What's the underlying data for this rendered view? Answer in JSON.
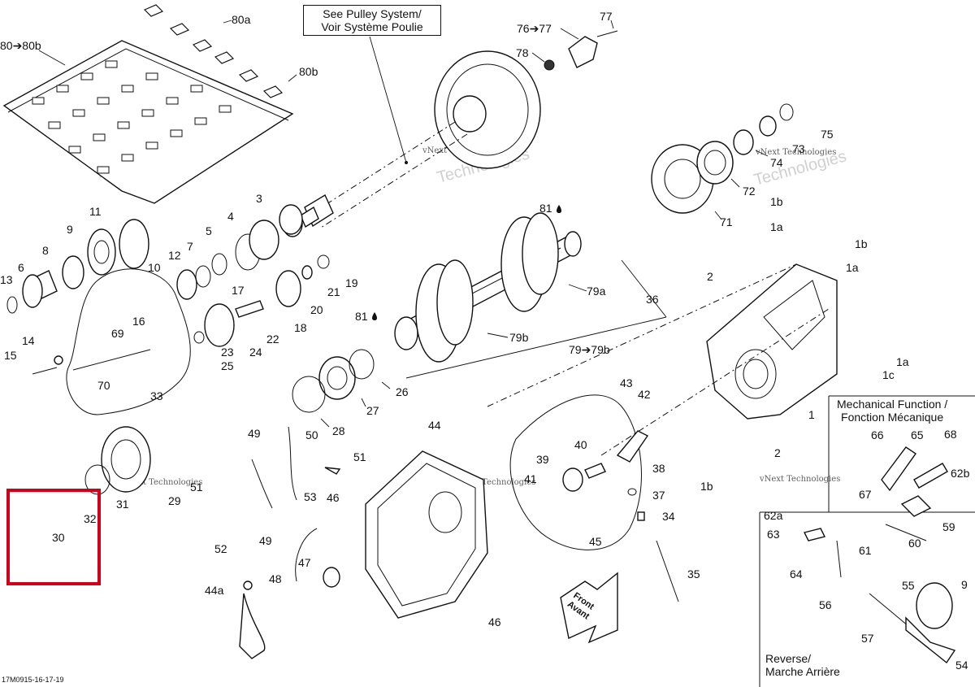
{
  "callouts": {
    "see_pulley_line1": "See Pulley System/",
    "see_pulley_line2": "Voir Système Poulie",
    "mechanical_line1": "Mechanical Function /",
    "mechanical_line2": "Fonction Mécanique",
    "reverse_line1": "Reverse/",
    "reverse_line2": "Marche Arrière"
  },
  "front_arrow": {
    "line1": "Front",
    "line2": "Avant"
  },
  "watermark_text": "vNext Technologies",
  "watermark_big": "Technologies",
  "doc_code": "17M0915-16-17-19",
  "highlight_color": "#d0021b",
  "labels": {
    "l80a": "80a",
    "l80to80b": "80➔80b",
    "l80b": "80b",
    "l76to77": "76➔77",
    "l77": "77",
    "l78": "78",
    "l75": "75",
    "l73": "73",
    "l74": "74",
    "l72": "72",
    "l71": "71",
    "l1b_a": "1b",
    "l1a_a": "1a",
    "l1b_b": "1b",
    "l1a_b": "1a",
    "l1a_c": "1a",
    "l1c": "1c",
    "l1": "1",
    "l1b_c": "1b",
    "l2_a": "2",
    "l2_b": "2",
    "l3": "3",
    "l4": "4",
    "l5": "5",
    "l6": "6",
    "l7": "7",
    "l8": "8",
    "l9": "9",
    "l10": "10",
    "l11": "11",
    "l12": "12",
    "l13": "13",
    "l14": "14",
    "l15": "15",
    "l16": "16",
    "l17": "17",
    "l18": "18",
    "l19": "19",
    "l20": "20",
    "l21": "21",
    "l22": "22",
    "l23": "23",
    "l24": "24",
    "l25": "25",
    "l26": "26",
    "l27": "27",
    "l28": "28",
    "l29": "29",
    "l30": "30",
    "l31": "31",
    "l32": "32",
    "l33": "33",
    "l34": "34",
    "l35": "35",
    "l36": "36",
    "l37": "37",
    "l38": "38",
    "l39": "39",
    "l40": "40",
    "l41": "41",
    "l42": "42",
    "l43": "43",
    "l44": "44",
    "l44a": "44a",
    "l45": "45",
    "l46_a": "46",
    "l46_b": "46",
    "l47": "47",
    "l48": "48",
    "l49_a": "49",
    "l49_b": "49",
    "l50": "50",
    "l51_a": "51",
    "l51_b": "51",
    "l52": "52",
    "l53": "53",
    "l54": "54",
    "l55": "55",
    "l56": "56",
    "l57": "57",
    "l59": "59",
    "l60": "60",
    "l61": "61",
    "l62a": "62a",
    "l62b": "62b",
    "l63": "63",
    "l64": "64",
    "l65": "65",
    "l66": "66",
    "l67": "67",
    "l68": "68",
    "l69": "69",
    "l70": "70",
    "l81_a": "81",
    "l81_b": "81",
    "l79a": "79a",
    "l79b": "79b",
    "l79to79b": "79➔79b",
    "l9_inset": "9"
  }
}
